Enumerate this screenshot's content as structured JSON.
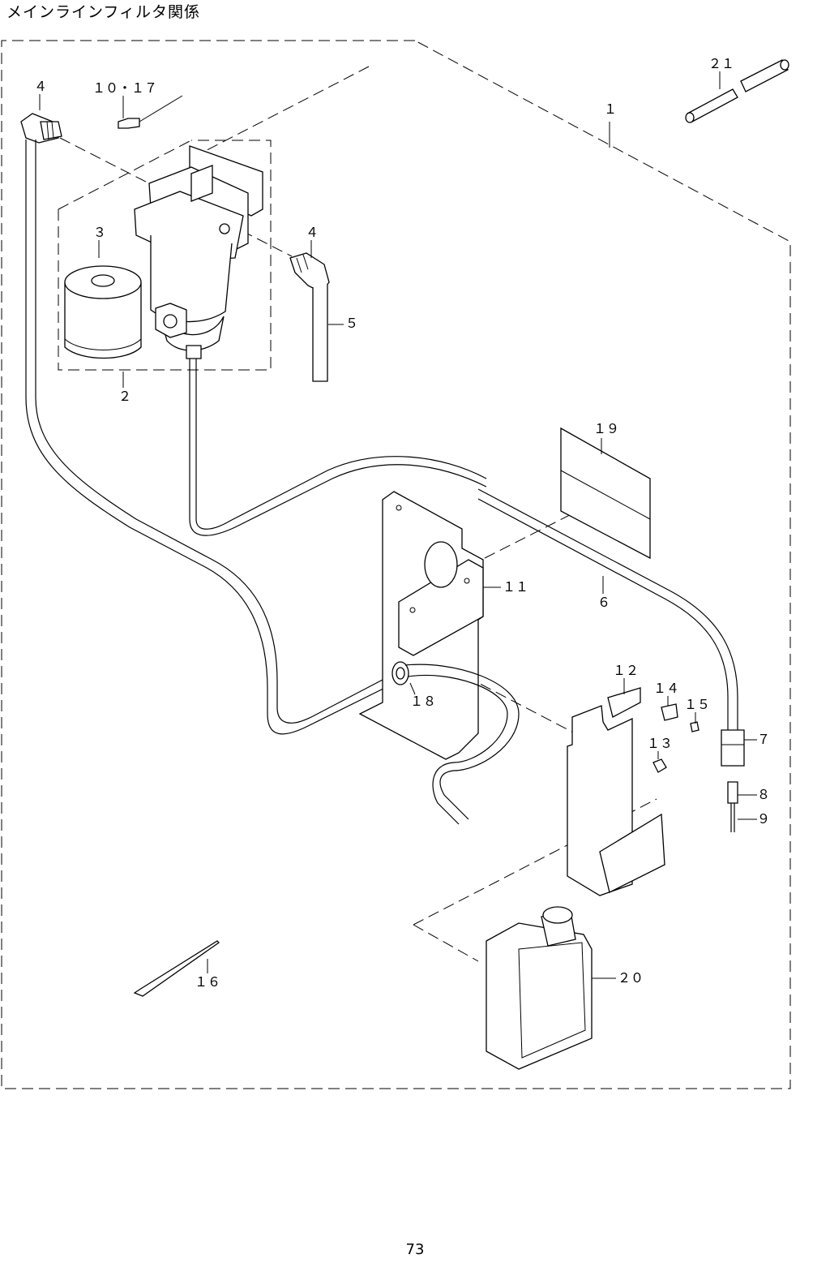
{
  "title": "メインラインフィルタ関係",
  "page_number": "73",
  "callouts": {
    "c1": "１",
    "c2": "２",
    "c3": "３",
    "c4a": "４",
    "c4b": "４",
    "c5": "５",
    "c6": "６",
    "c7": "７",
    "c8": "８",
    "c9": "９",
    "c10_17": "１０・１７",
    "c11": "１１",
    "c12": "１２",
    "c13": "１３",
    "c14": "１４",
    "c15": "１５",
    "c16": "１６",
    "c18": "１８",
    "c19": "１９",
    "c20": "２０",
    "c21": "２１"
  }
}
